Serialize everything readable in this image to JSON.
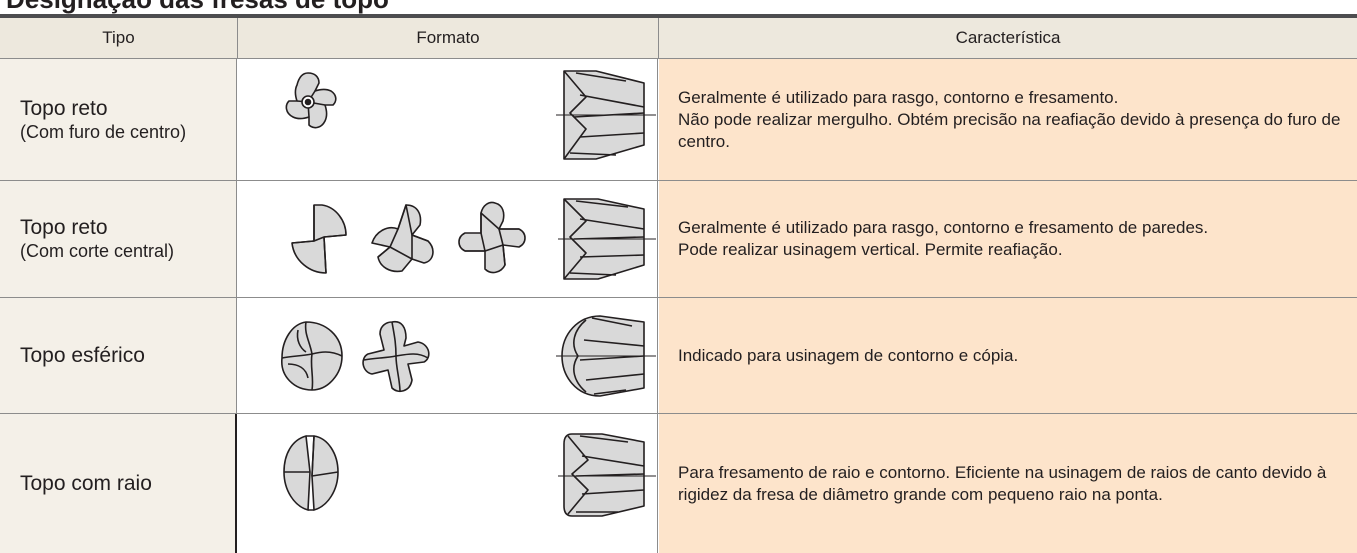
{
  "page_title": "Designação das fresas de topo",
  "table": {
    "headers": {
      "tipo": "Tipo",
      "formato": "Formato",
      "caracteristica": "Característica"
    },
    "rows": [
      {
        "tipo_main": "Topo reto",
        "tipo_sub": "(Com furo de centro)",
        "caracteristica": "Geralmente é utilizado para rasgo, contorno e fresamento.\nNão pode realizar mergulho. Obtém precisão na reafiação devido à presença do furo de centro.",
        "icons": [
          "4-flute-center-hole-end-view-icon",
          "square-end-mill-side-view-icon"
        ]
      },
      {
        "tipo_main": "Topo reto",
        "tipo_sub": "(Com corte central)",
        "caracteristica": "Geralmente é utilizado para rasgo, contorno e fresamento de paredes.\nPode realizar usinagem vertical. Permite reafiação.",
        "icons": [
          "2-flute-end-view-icon",
          "3-flute-end-view-icon",
          "4-flute-end-view-icon",
          "square-end-mill-side-view-icon"
        ]
      },
      {
        "tipo_main": "Topo esférico",
        "tipo_sub": "",
        "caracteristica": "Indicado para usinagem de contorno e cópia.",
        "icons": [
          "2-flute-ball-end-view-icon",
          "4-flute-ball-end-view-icon",
          "ball-end-mill-side-view-icon"
        ]
      },
      {
        "tipo_main": "Topo com raio",
        "tipo_sub": "",
        "caracteristica": "Para fresamento de raio e contorno. Eficiente na usinagem de raios de canto devido à rigidez da fresa de diâmetro grande com pequeno raio na ponta.",
        "icons": [
          "2-flute-radius-end-view-icon",
          "radius-end-mill-side-view-icon"
        ]
      }
    ]
  },
  "colors": {
    "header_bg": "#ede8dd",
    "tipo_bg": "#f4f0e8",
    "caracteristica_bg": "#fde4cb",
    "rule": "#4d4d4f",
    "text": "#231f20"
  }
}
